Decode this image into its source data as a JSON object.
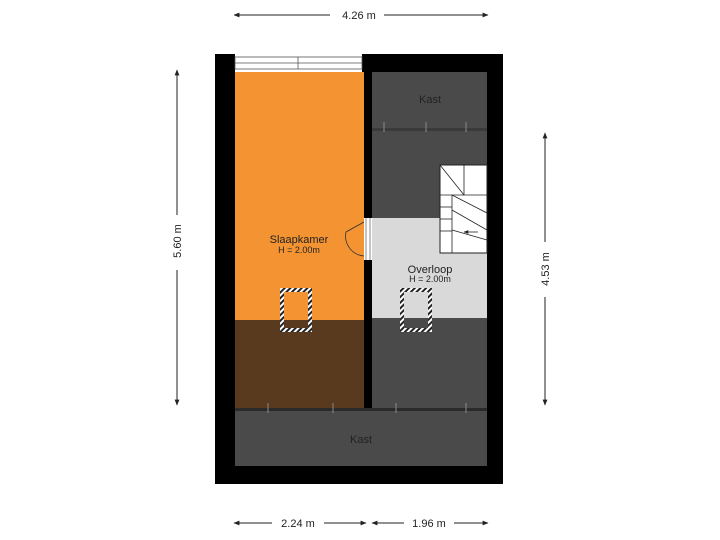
{
  "dimensions": {
    "top_width": "4.26 m",
    "left_height": "5.60 m",
    "right_height": "4.53 m",
    "bottom_left_width": "2.24 m",
    "bottom_right_width": "1.96 m"
  },
  "rooms": {
    "slaapkamer": {
      "name": "Slaapkamer",
      "height": "H = 2.00m"
    },
    "overloop": {
      "name": "Overloop",
      "height": "H = 2.00m"
    },
    "kast_top": {
      "name": "Kast"
    },
    "kast_bottom": {
      "name": "Kast"
    }
  },
  "colors": {
    "wall": "#000000",
    "slaapkamer": "#f39331",
    "slaapkamer_low": "#5a3a1e",
    "storage": "#4a4a4a",
    "overloop": "#d9d9d9",
    "dimension_line": "#222222"
  }
}
